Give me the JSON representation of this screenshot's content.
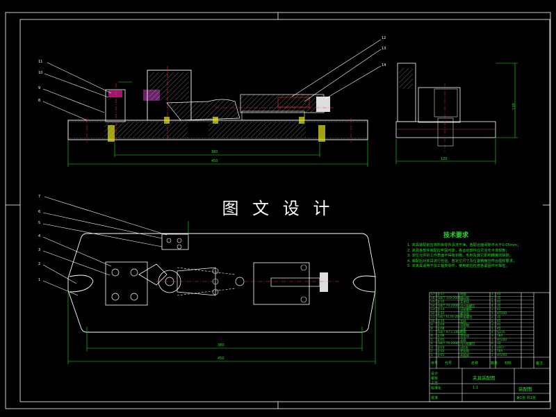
{
  "watermark": "图 文 设 计",
  "technical_requirements": {
    "title": "技术要求",
    "items": [
      "1. 夹具装配前应将所有零件清洗干净，各配合面间隙不大于0.05mm；",
      "2. 夹具各部件装配应牢固可靠，各运动部件应灵活无卡滞现象；",
      "3. 定位元件的工作表面不得有划痕、毛刺及其它影响精度的缺陷；",
      "4. 装配后对夹具进行检验，各定位尺寸及位置精度应符合图样要求；",
      "5. 本夹具适用于加工轴类零件，使用前应检查各紧固件可靠性。"
    ]
  },
  "title_block": {
    "name": "夹具装配图",
    "drawing_label": "装配图",
    "col_headers": [
      "序号",
      "代号",
      "名称",
      "数量",
      "材料",
      "备注"
    ],
    "parts": [
      {
        "no": "17",
        "code": "JJ-17",
        "name": "挡销",
        "qty": "1",
        "mat": "45"
      },
      {
        "no": "16",
        "code": "GB/T 119-2000",
        "name": "圆柱销",
        "qty": "2",
        "mat": "35"
      },
      {
        "no": "15",
        "code": "JJ-15",
        "name": "支承块",
        "qty": "1",
        "mat": "45"
      },
      {
        "no": "14",
        "code": "GB/T 70-2000",
        "name": "内六角螺钉",
        "qty": "4",
        "mat": "35"
      },
      {
        "no": "13",
        "code": "JJ-13",
        "name": "压紧螺杆",
        "qty": "1",
        "mat": "45"
      },
      {
        "no": "12",
        "code": "JJ-12",
        "name": "螺母座",
        "qty": "1",
        "mat": "HT200"
      },
      {
        "no": "11",
        "code": "GB/T 6170-2000",
        "name": "六角螺母",
        "qty": "2",
        "mat": "35"
      },
      {
        "no": "10",
        "code": "JJ-10",
        "name": "连杆",
        "qty": "2",
        "mat": "45"
      },
      {
        "no": "9",
        "code": "JJ-09",
        "name": "铰链轴",
        "qty": "3",
        "mat": "45"
      },
      {
        "no": "8",
        "code": "JJ-08",
        "name": "压板",
        "qty": "1",
        "mat": "45"
      },
      {
        "no": "7",
        "code": "GB/T 97.1-2002",
        "name": "垫圈",
        "qty": "4",
        "mat": "Q235"
      },
      {
        "no": "6",
        "code": "JJ-06",
        "name": "定位块",
        "qty": "1",
        "mat": "T8A"
      },
      {
        "no": "5",
        "code": "JJ-05",
        "name": "支座",
        "qty": "1",
        "mat": "HT200"
      },
      {
        "no": "4",
        "code": "GB/T 70-2000",
        "name": "内六角螺钉",
        "qty": "6",
        "mat": "35"
      },
      {
        "no": "3",
        "code": "JJ-03",
        "name": "V形块",
        "qty": "1",
        "mat": "20Cr"
      },
      {
        "no": "2",
        "code": "JJ-02",
        "name": "定位销",
        "qty": "2",
        "mat": "T8A"
      },
      {
        "no": "1",
        "code": "JJ-01",
        "name": "夹具体",
        "qty": "1",
        "mat": "HT200"
      }
    ],
    "sign_labels": [
      "设计",
      "审核",
      "工艺",
      "标准化",
      "批准"
    ],
    "scale": "1:1",
    "sheet": "第1张 共1张"
  },
  "dimensions": {
    "front_inner": "380",
    "front_overall": "450",
    "side_width": "120",
    "side_height": "135",
    "plan_inner": "380",
    "plan_overall": "450"
  },
  "callouts": {
    "front_left": [
      "11",
      "10",
      "9",
      "8"
    ],
    "front_right": [
      "12",
      "13",
      "14"
    ],
    "plan_left": [
      "7",
      "6",
      "5",
      "4",
      "3",
      "2",
      "1"
    ]
  }
}
